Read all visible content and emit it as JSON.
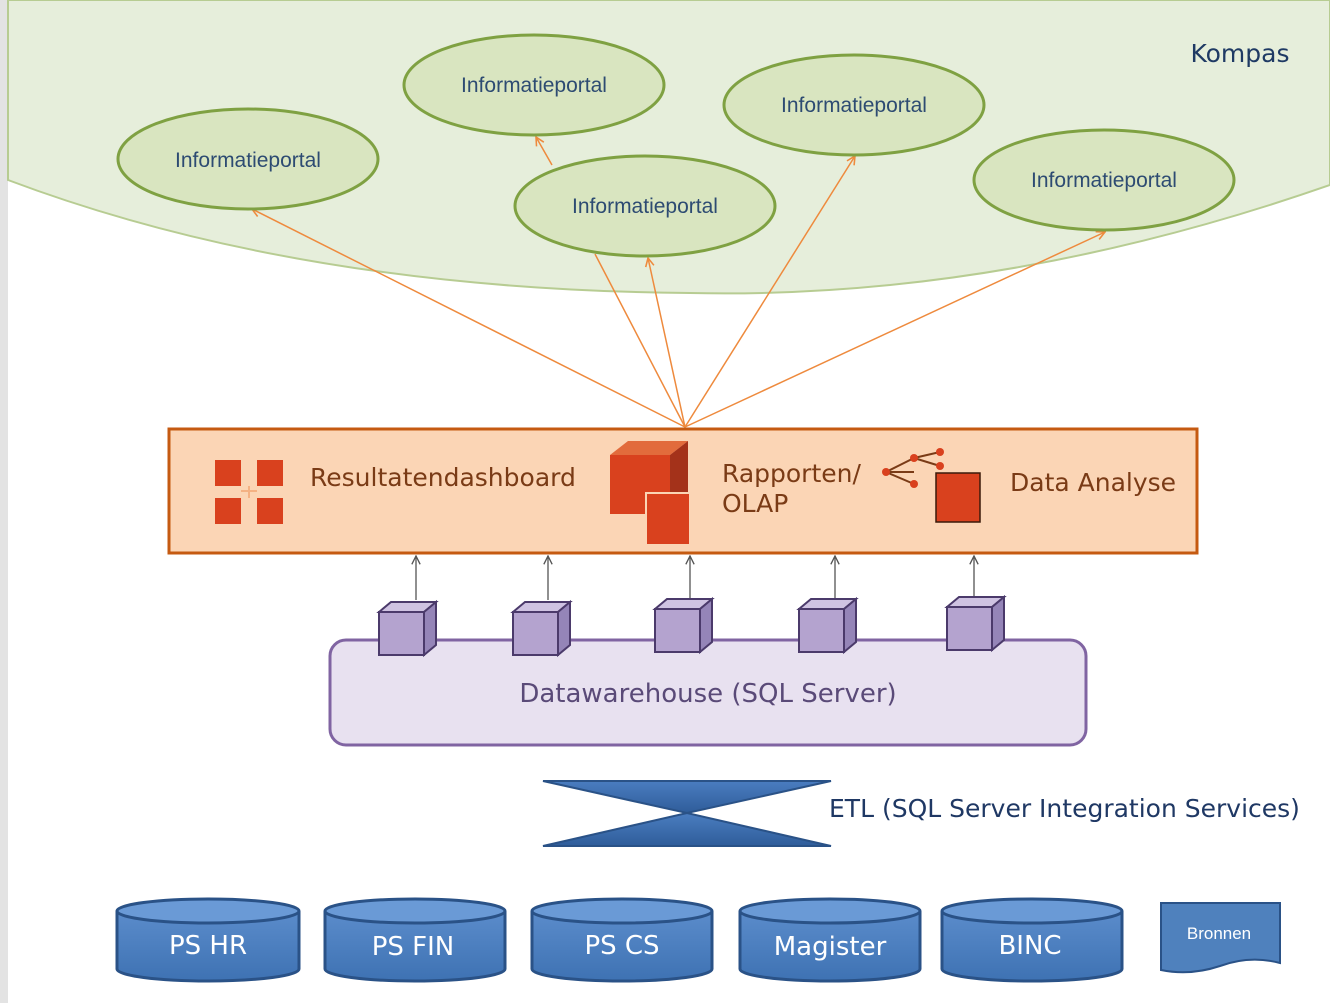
{
  "kompas": {
    "label": "Kompas"
  },
  "portals": [
    {
      "label": "Informatieportal"
    },
    {
      "label": "Informatieportal"
    },
    {
      "label": "Informatieportal"
    },
    {
      "label": "Informatieportal"
    },
    {
      "label": "Informatieportal"
    }
  ],
  "bi_layer": {
    "dashboard_label": "Resultatendashboard",
    "reports_line1": "Rapporten/",
    "reports_line2": "OLAP",
    "analysis_label": "Data Analyse"
  },
  "datawarehouse": {
    "label": "Datawarehouse (SQL Server)"
  },
  "etl": {
    "label": "ETL (SQL Server Integration Services)"
  },
  "sources": [
    {
      "label": "PS HR"
    },
    {
      "label": "PS FIN"
    },
    {
      "label": "PS CS"
    },
    {
      "label": "Magister"
    },
    {
      "label": "BINC"
    }
  ],
  "bronnen": {
    "label": "Bronnen"
  },
  "colors": {
    "kompas_fill": "#e6eedb",
    "portal_fill": "#d9e5c0",
    "portal_stroke": "#7fa142",
    "arrow": "#ee8a3d",
    "bi_fill": "#fbd5b5",
    "bi_stroke": "#c55a11",
    "bi_icon": "#d9411e",
    "dwh_fill": "#e8e1f0",
    "dwh_stroke": "#8064a2",
    "cube_fill": "#b4a3cf",
    "etl_fill": "#3f6fb0",
    "source_fill": "#4f81bd"
  }
}
